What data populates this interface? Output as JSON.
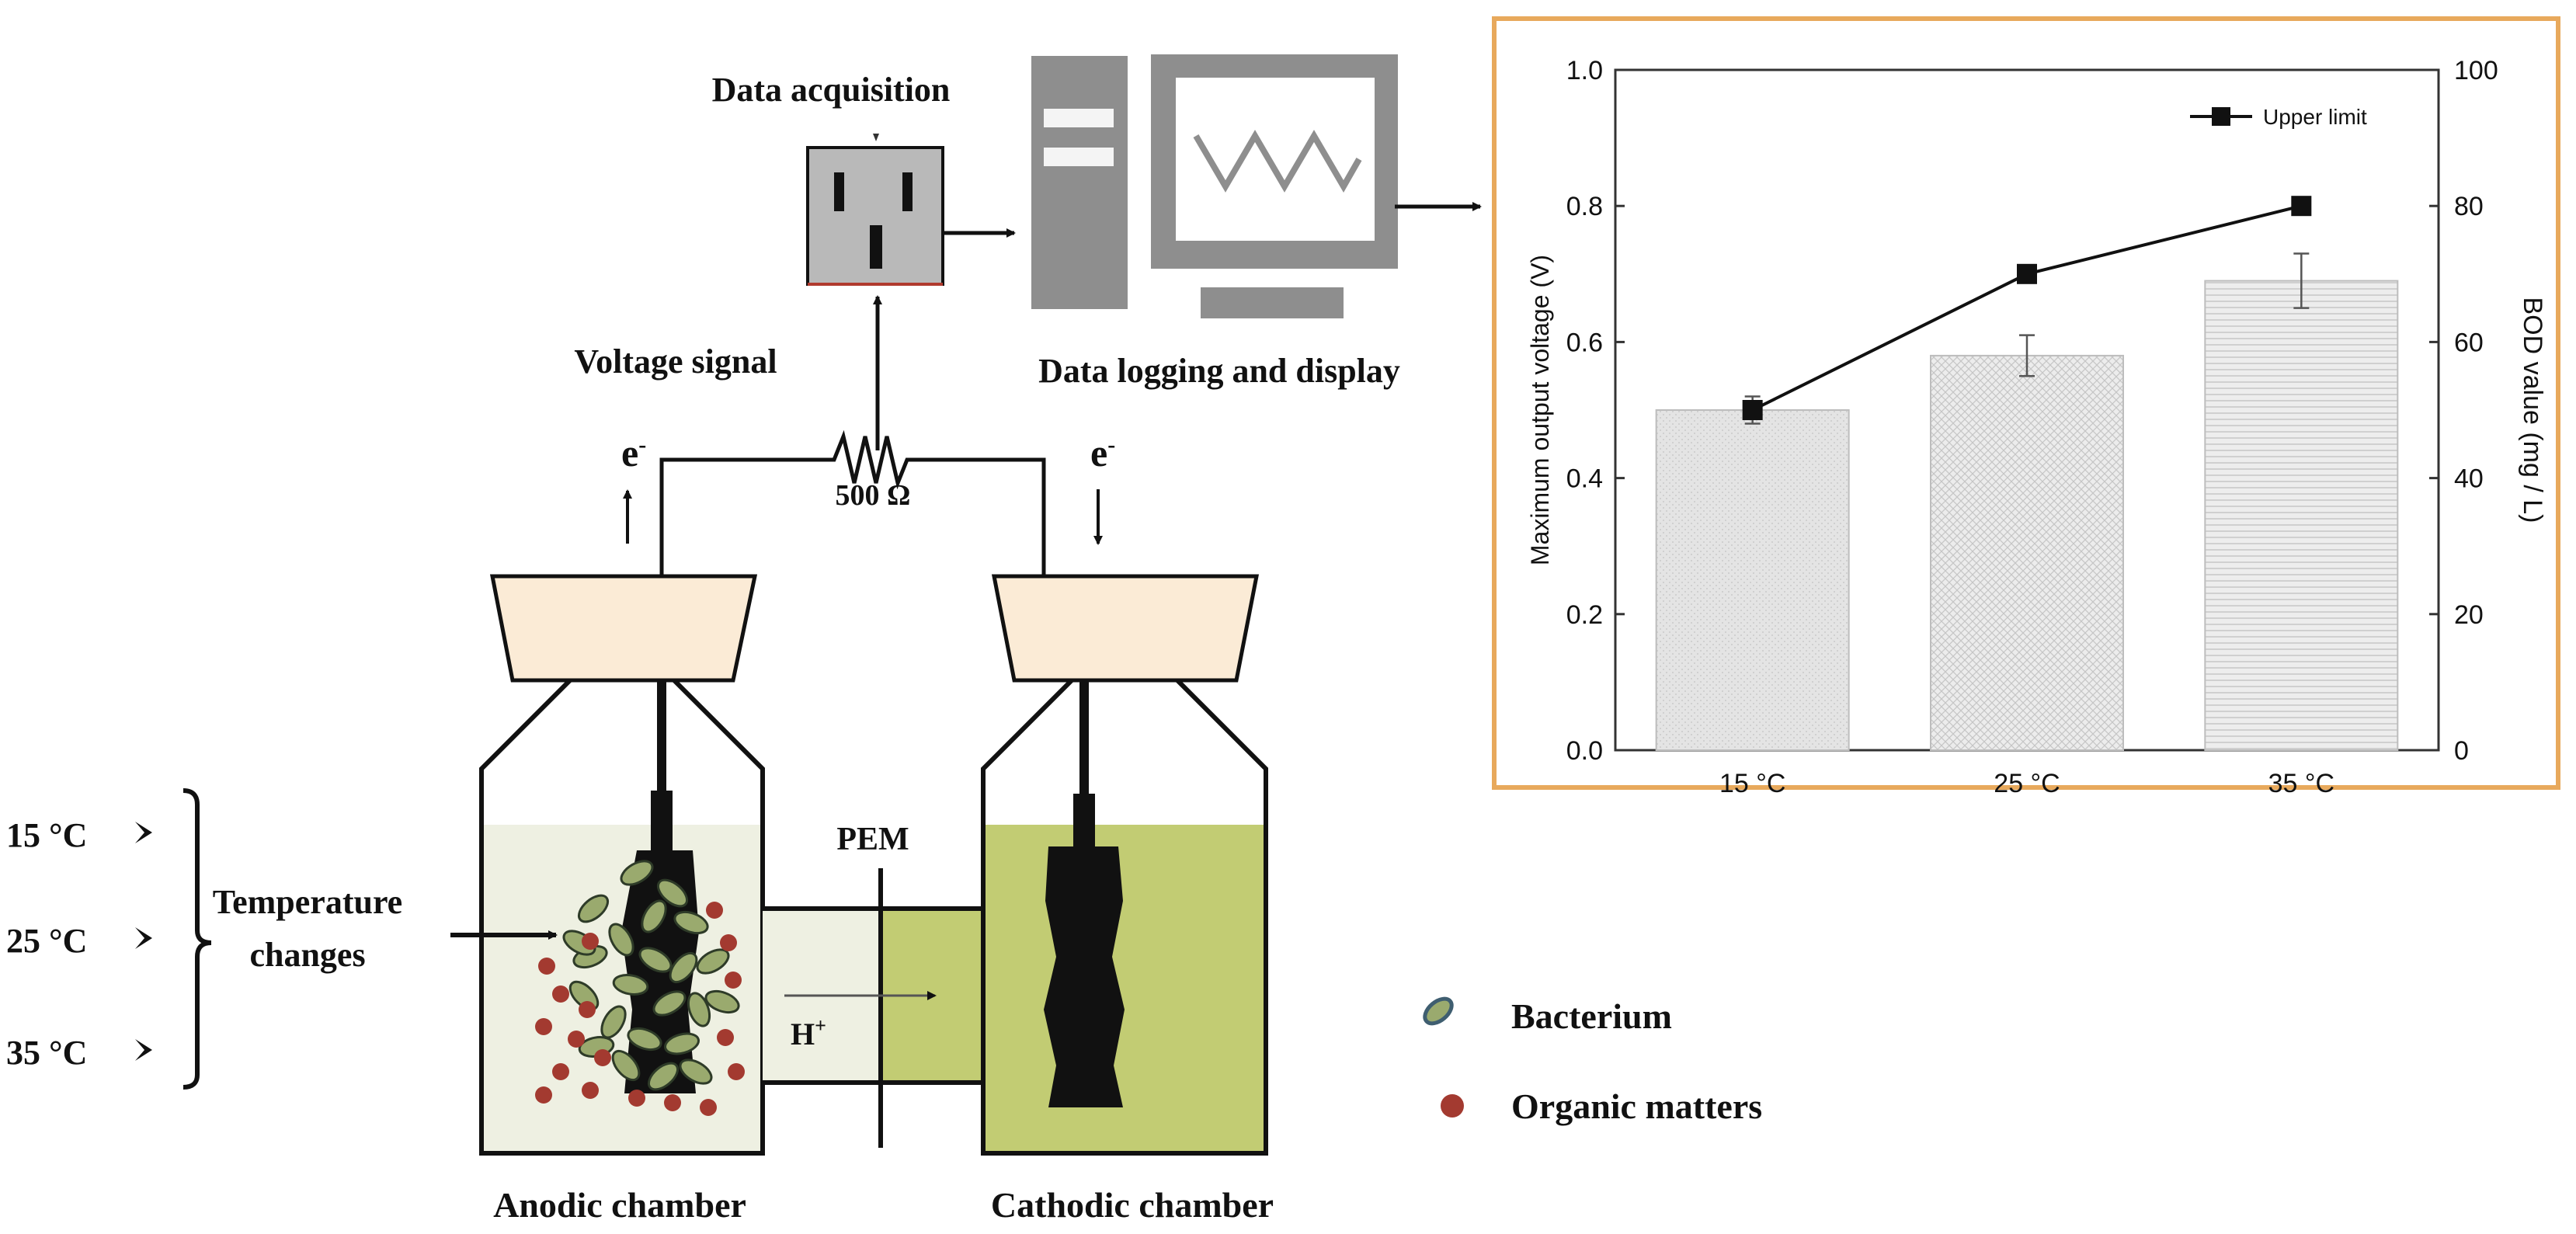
{
  "diagram": {
    "data_acquisition_label": "Data acquisition",
    "voltage_signal_label": "Voltage signal",
    "data_logging_label": "Data logging and display",
    "resistor_label": "500 Ω",
    "electron_label": "e",
    "electron_sup": "-",
    "pem_label": "PEM",
    "proton_label": "H",
    "proton_sup": "+",
    "anodic_label": "Anodic chamber",
    "cathodic_label": "Cathodic chamber",
    "temperatures": [
      "15 °C",
      "25 °C",
      "35 °C"
    ],
    "temperature_changes_line1": "Temperature",
    "temperature_changes_line2": "changes"
  },
  "legend": {
    "items": [
      {
        "label": "Bacterium",
        "icon": "bacterium-icon"
      },
      {
        "label": "Organic matters",
        "icon": "organic-matter-icon"
      }
    ]
  },
  "colors": {
    "frame_border": "#e8a95c",
    "anodic_liquid": "#eef0e2",
    "cathodic_liquid": "#c2cc73",
    "cap_fill": "#fbebd6",
    "bacterium_fill": "#9aaa6e",
    "organic_fill": "#a33a30",
    "bar_fill": "#e3e3e3"
  },
  "chart_data": {
    "type": "bar",
    "categories": [
      "15 °C",
      "25 °C",
      "35 °C"
    ],
    "series": [
      {
        "axis": "left",
        "values": [
          0.5,
          0.58,
          0.69
        ],
        "errors": [
          0.02,
          0.03,
          0.04
        ],
        "patterns": [
          "dots",
          "crosshatch",
          "horizontal"
        ]
      },
      {
        "name": "Upper limit",
        "axis": "right",
        "type": "line",
        "marker": "square",
        "values": [
          50,
          70,
          80
        ]
      }
    ],
    "ylabel": "Maximum output voltage (V)",
    "ylabel_right": "BOD value (mg / L)",
    "ylim": [
      0.0,
      1.0
    ],
    "ylim_right": [
      0,
      100
    ],
    "yticks": [
      "0.0",
      "0.2",
      "0.4",
      "0.6",
      "0.8",
      "1.0"
    ],
    "yticks_right": [
      "0",
      "20",
      "40",
      "60",
      "80",
      "100"
    ],
    "legend_position": "top-right",
    "grid": false
  }
}
